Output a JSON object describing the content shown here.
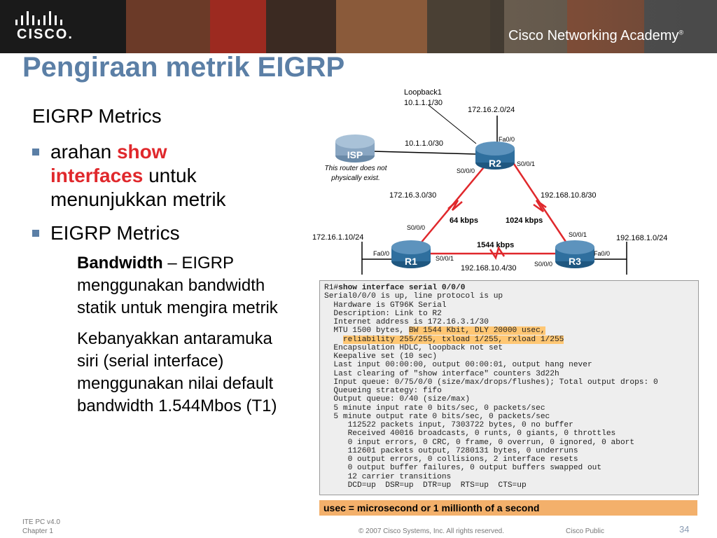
{
  "banner": {
    "logo_text": "CISCO.",
    "academy": "Cisco Networking Academy",
    "registered": "®"
  },
  "title": "Pengiraan metrik EIGRP",
  "content": {
    "heading": "EIGRP Metrics",
    "bullet1": {
      "pre": "arahan ",
      "hl1": "show",
      "hl2": "interfaces",
      "post": " untuk",
      "line3": "menunjukkan metrik"
    },
    "bullet2": "EIGRP Metrics",
    "sub1": {
      "bold": "Bandwidth",
      "rest": " – EIGRP menggunakan bandwidth statik untuk mengira metrik"
    },
    "sub2": "Kebanyakkan antaramuka siri (serial interface) menggunakan nilai default bandwidth 1.544Mbos (T1)"
  },
  "diagram": {
    "loopback_label": "Loopback1",
    "loopback_ip": "10.1.1.1/30",
    "net_r2_lan": "172.16.2.0/24",
    "net_isp_r2": "10.1.1.0/30",
    "isp_label": "ISP",
    "isp_note_1": "This router does not",
    "isp_note_2": "physically exist.",
    "r2_label": "R2",
    "r2_fa": "Fa0/0",
    "r2_s0": "S0/0/0",
    "r2_s1": "S0/0/1",
    "net_r1_r2": "172.16.3.0/30",
    "net_r2_r3": "192.168.10.8/30",
    "speed_r1_r2": "64 kbps",
    "speed_r2_r3": "1024 kbps",
    "r1_s0": "S0/0/0",
    "net_r1_lan": "172.16.1.10/24",
    "speed_r1_r3": "1544 kbps",
    "r3_s1": "S0/0/1",
    "net_r3_lan": "192.168.1.0/24",
    "r1_label": "R1",
    "r1_fa": "Fa0/0",
    "r1_s1": "S0/0/1",
    "r3_label": "R3",
    "r3_s0": "S0/0/0",
    "r3_fa": "Fa0/0",
    "net_r1_r3": "192.168.10.4/30"
  },
  "cli": {
    "prompt": "R1#",
    "command": "show interface serial 0/0/0",
    "lines_before": [
      "Serial0/0/0 is up, line protocol is up",
      "  Hardware is GT96K Serial",
      "  Description: Link to R2",
      "  Internet address is 172.16.3.1/30"
    ],
    "mtu_pre": "  MTU 1500 bytes, ",
    "mtu_hl": "BW 1544 Kbit, DLY 20000 usec,",
    "rel_pre": "    ",
    "rel_hl": "reliability 255/255, txload 1/255, rxload 1/255",
    "lines_after": [
      "  Encapsulation HDLC, loopback not set",
      "  Keepalive set (10 sec)",
      "  Last input 00:00:00, output 00:00:01, output hang never",
      "  Last clearing of \"show interface\" counters 3d22h",
      "  Input queue: 0/75/0/0 (size/max/drops/flushes); Total output drops: 0",
      "  Queueing strategy: fifo",
      "  Output queue: 0/40 (size/max)",
      "  5 minute input rate 0 bits/sec, 0 packets/sec",
      "  5 minute output rate 0 bits/sec, 0 packets/sec",
      "     112522 packets input, 7303722 bytes, 0 no buffer",
      "     Received 40016 broadcasts, 0 runts, 0 giants, 0 throttles",
      "     0 input errors, 0 CRC, 0 frame, 0 overrun, 0 ignored, 0 abort",
      "     112601 packets output, 7280131 bytes, 0 underruns",
      "     0 output errors, 0 collisions, 2 interface resets",
      "     0 output buffer failures, 0 output buffers swapped out",
      "     12 carrier transitions",
      "     DCD=up  DSR=up  DTR=up  RTS=up  CTS=up"
    ]
  },
  "usec_note": "usec = microsecond or 1 millionth of a second",
  "footer": {
    "course": "ITE PC v4.0",
    "chapter": "Chapter 1",
    "copyright": "© 2007 Cisco Systems, Inc. All rights reserved.",
    "classification": "Cisco Public",
    "page": "34"
  },
  "colors": {
    "title": "#5b7fa6",
    "keyword": "#e0282c",
    "link": "#e0282c",
    "router": "#2f6f9e",
    "highlight": "#ffc774",
    "note_bar": "#f3b06b"
  }
}
